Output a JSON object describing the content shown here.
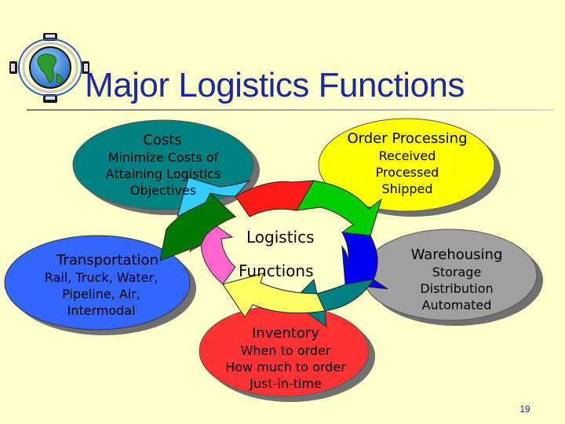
{
  "slide": {
    "title": "Major Logistics Functions",
    "page_number": "19"
  },
  "center": {
    "line1": "Logistics",
    "line2": "Functions"
  },
  "nodes": {
    "costs": {
      "heading": "Costs",
      "lines": [
        "Minimize Costs of",
        "Attaining Logistics",
        "Objectives"
      ],
      "color": "#008080"
    },
    "order_processing": {
      "heading": "Order Processing",
      "lines": [
        "Received",
        "Processed",
        "Shipped"
      ],
      "color": "#ffff00"
    },
    "transportation": {
      "heading": "Transportation",
      "lines": [
        "Rail, Truck, Water,",
        "Pipeline, Air,",
        "Intermodal"
      ],
      "color": "#3366ff"
    },
    "warehousing": {
      "heading": "Warehousing",
      "lines": [
        "Storage",
        "Distribution",
        "Automated"
      ],
      "color": "#a0a0a0"
    },
    "inventory": {
      "heading": "Inventory",
      "lines": [
        "When to order",
        "How much to order",
        "Just-in-time"
      ],
      "color": "#ff3333"
    }
  },
  "ring_colors": [
    "#ff1a1a",
    "#00cc00",
    "#0000ee",
    "#008080",
    "#ffff66",
    "#ff66cc",
    "#007700",
    "#33ccff"
  ]
}
